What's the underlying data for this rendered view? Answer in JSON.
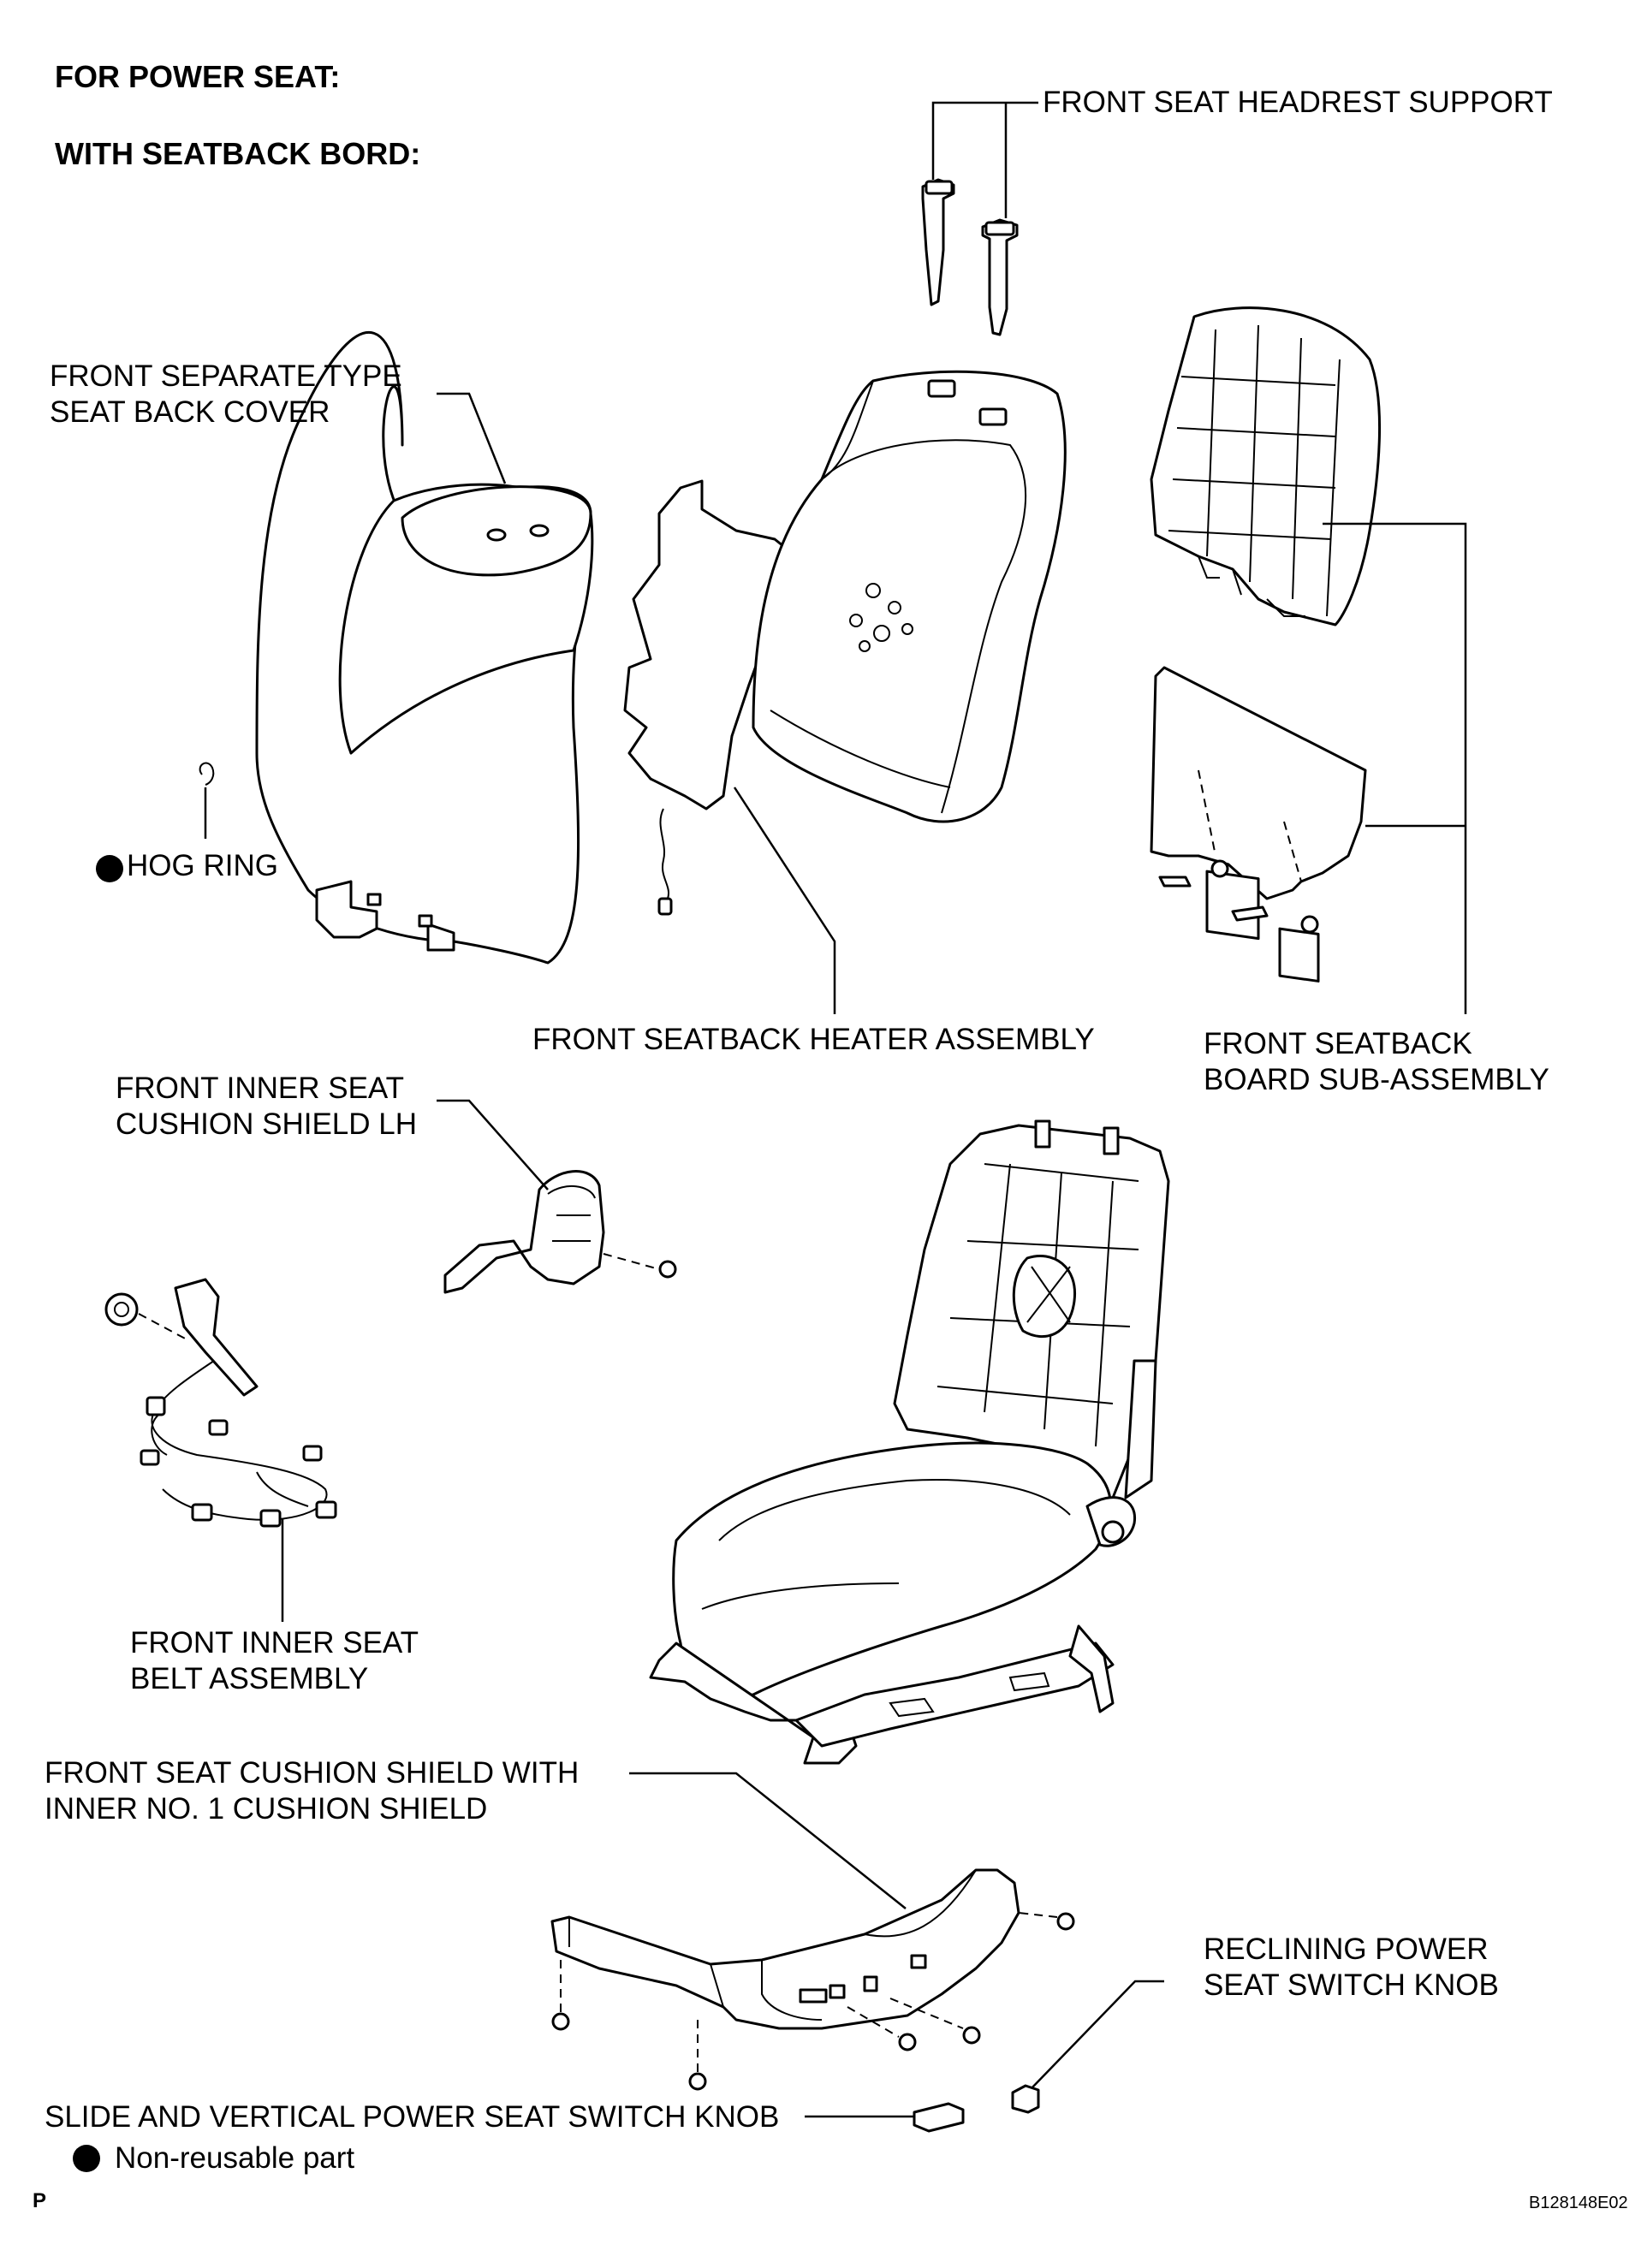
{
  "headers": {
    "power_seat": "FOR POWER SEAT:",
    "seatback_board": "WITH SEATBACK BORD:"
  },
  "labels": {
    "headrest_support": "FRONT SEAT HEADREST SUPPORT",
    "back_cover_line1": "FRONT SEPARATE TYPE",
    "back_cover_line2": "SEAT BACK COVER",
    "hog_ring": "HOG RING",
    "heater": "FRONT SEATBACK HEATER ASSEMBLY",
    "board_line1": "FRONT SEATBACK",
    "board_line2": "BOARD SUB-ASSEMBLY",
    "inner_shield_line1": "FRONT INNER SEAT",
    "inner_shield_line2": "CUSHION SHIELD LH",
    "belt_line1": "FRONT INNER SEAT",
    "belt_line2": "BELT ASSEMBLY",
    "cushion_shield_line1": "FRONT SEAT CUSHION SHIELD WITH",
    "cushion_shield_line2": "INNER NO. 1 CUSHION SHIELD",
    "reclining_line1": "RECLINING POWER",
    "reclining_line2": "SEAT SWITCH KNOB",
    "slide_knob": "SLIDE AND VERTICAL POWER SEAT SWITCH KNOB"
  },
  "legend": {
    "non_reusable": "Non-reusable part"
  },
  "footer": {
    "page_letter": "P",
    "figure_id": "B128148E02"
  },
  "colors": {
    "ink": "#000000",
    "paper": "#ffffff"
  }
}
